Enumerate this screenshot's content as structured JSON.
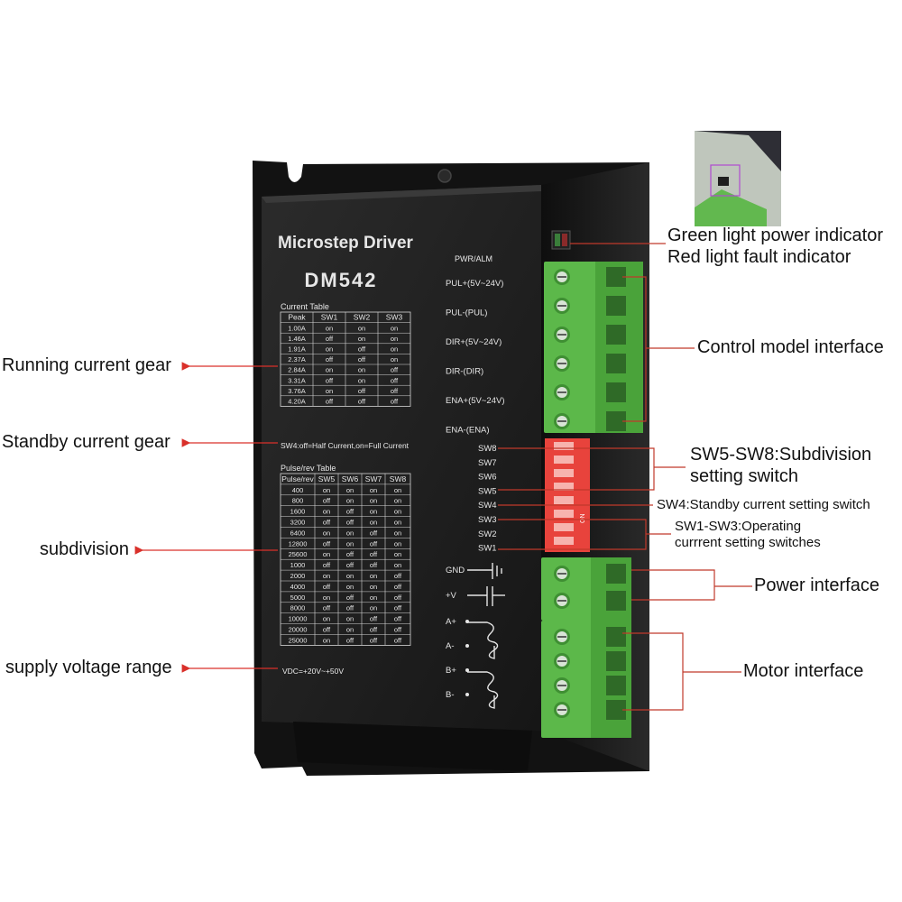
{
  "device": {
    "brand_line": "Microstep Driver",
    "model": "DM542",
    "pwr_alm": "PWR/ALM",
    "control_terminals": [
      "PUL+(5V~24V)",
      "PUL-(PUL)",
      "DIR+(5V~24V)",
      "DIR-(DIR)",
      "ENA+(5V~24V)",
      "ENA-(ENA)"
    ],
    "switch_labels": [
      "SW8",
      "SW7",
      "SW6",
      "SW5",
      "SW4",
      "SW3",
      "SW2",
      "SW1"
    ],
    "dip_on": "ON",
    "power_terminals": [
      "GND",
      "+V"
    ],
    "motor_terminals": [
      "A+",
      "A-",
      "B+",
      "B-"
    ],
    "current_table": {
      "title": "Current Table",
      "headers": [
        "Peak",
        "SW1",
        "SW2",
        "SW3"
      ],
      "rows": [
        [
          "1.00A",
          "on",
          "on",
          "on"
        ],
        [
          "1.46A",
          "off",
          "on",
          "on"
        ],
        [
          "1.91A",
          "on",
          "off",
          "on"
        ],
        [
          "2.37A",
          "off",
          "off",
          "on"
        ],
        [
          "2.84A",
          "on",
          "on",
          "off"
        ],
        [
          "3.31A",
          "off",
          "on",
          "off"
        ],
        [
          "3.76A",
          "on",
          "off",
          "off"
        ],
        [
          "4.20A",
          "off",
          "off",
          "off"
        ]
      ]
    },
    "sw4_note": "SW4:off=Half Current,on=Full Current",
    "pulse_table": {
      "title": "Pulse/rev Table",
      "headers": [
        "Pulse/rev",
        "SW5",
        "SW6",
        "SW7",
        "SW8"
      ],
      "rows": [
        [
          "400",
          "on",
          "on",
          "on",
          "on"
        ],
        [
          "800",
          "off",
          "on",
          "on",
          "on"
        ],
        [
          "1600",
          "on",
          "off",
          "on",
          "on"
        ],
        [
          "3200",
          "off",
          "off",
          "on",
          "on"
        ],
        [
          "6400",
          "on",
          "on",
          "off",
          "on"
        ],
        [
          "12800",
          "off",
          "on",
          "off",
          "on"
        ],
        [
          "25600",
          "on",
          "off",
          "off",
          "on"
        ],
        [
          "1000",
          "off",
          "off",
          "off",
          "on"
        ],
        [
          "2000",
          "on",
          "on",
          "on",
          "off"
        ],
        [
          "4000",
          "off",
          "on",
          "on",
          "off"
        ],
        [
          "5000",
          "on",
          "off",
          "on",
          "off"
        ],
        [
          "8000",
          "off",
          "off",
          "on",
          "off"
        ],
        [
          "10000",
          "on",
          "on",
          "off",
          "off"
        ],
        [
          "20000",
          "off",
          "on",
          "off",
          "off"
        ],
        [
          "25000",
          "on",
          "off",
          "off",
          "off"
        ]
      ]
    },
    "voltage_note": "VDC=+20V~+50V"
  },
  "callouts": {
    "indicator_line1": "Green light power indicator",
    "indicator_line2": "Red light fault indicator",
    "control_interface": "Control model interface",
    "subdivision_switch_line1": "SW5-SW8:Subdivision",
    "subdivision_switch_line2": "setting switch",
    "standby_switch": "SW4:Standby current setting switch",
    "operating_switch_line1": "SW1-SW3:Operating",
    "operating_switch_line2": "currrent setting switches",
    "power_interface": "Power interface",
    "motor_interface": "Motor interface",
    "running_current": "Running current gear",
    "standby_current": "Standby current gear",
    "subdivision": "subdivision",
    "supply_voltage": "supply voltage range"
  },
  "colors": {
    "body": "#1b1b1b",
    "terminal_green": "#5cb84a",
    "dip_red": "#e8433c",
    "arrow_red": "#d9302a",
    "leader_red": "#c0392b"
  }
}
